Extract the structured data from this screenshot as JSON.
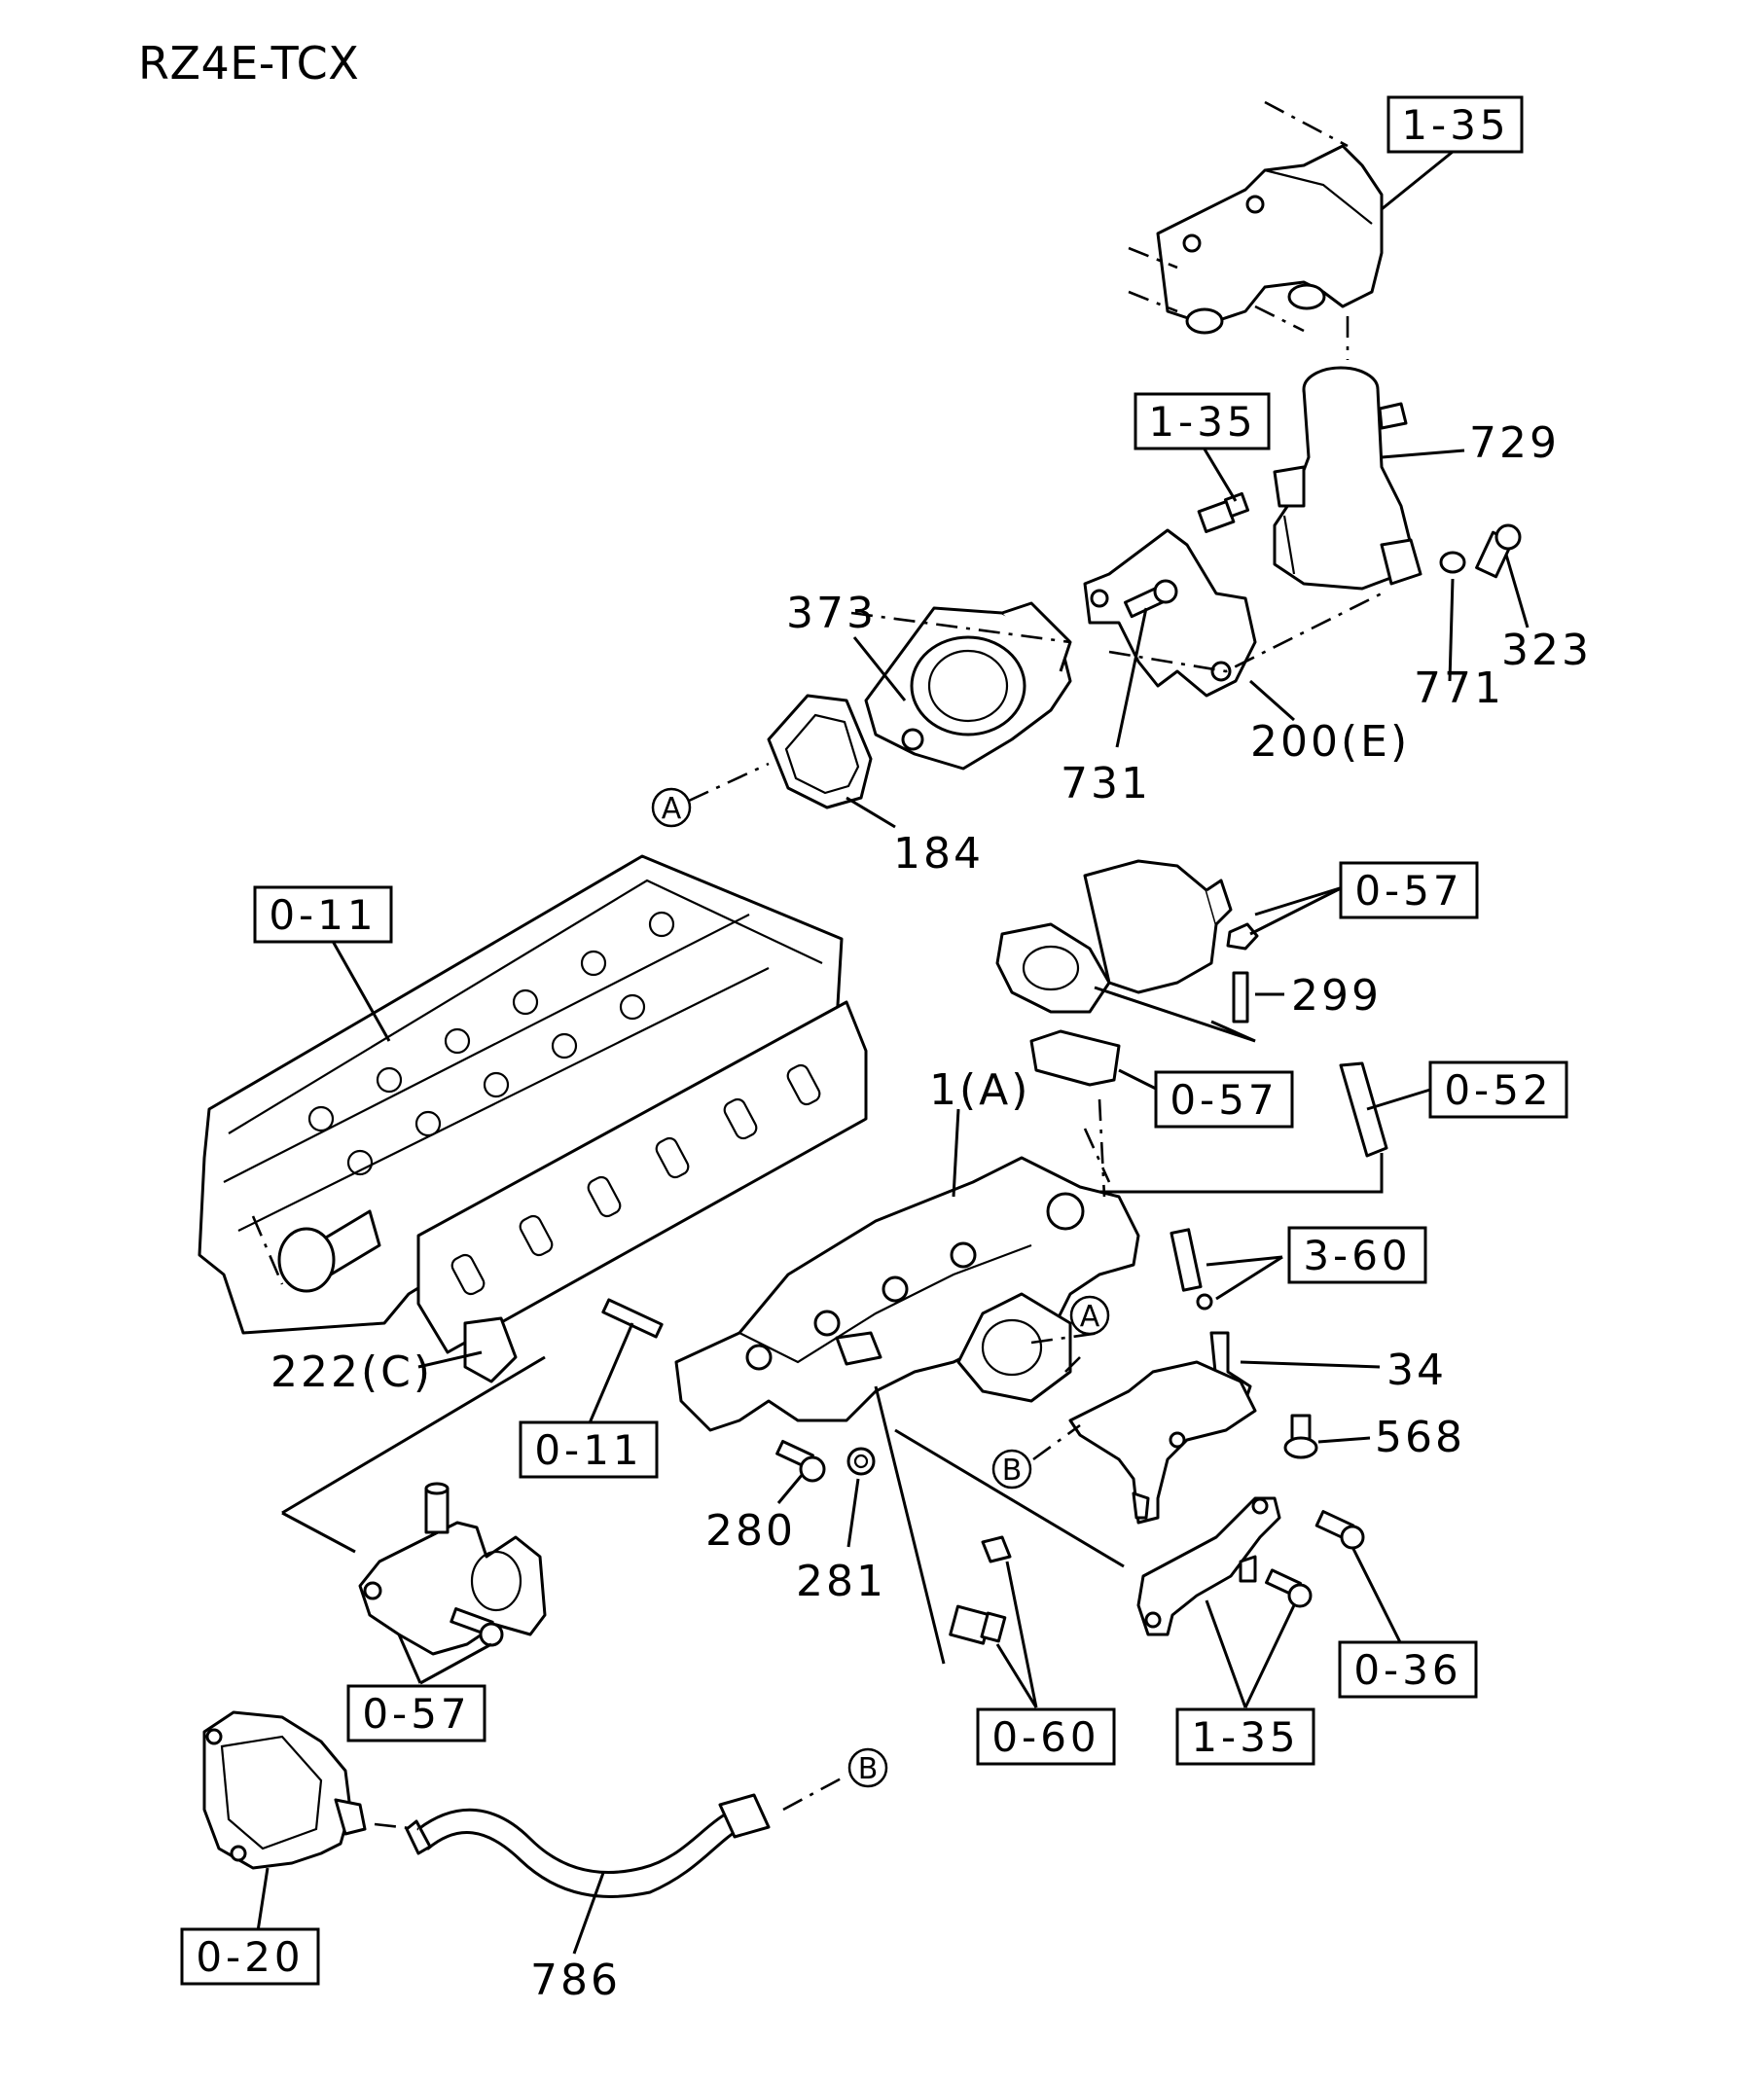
{
  "title": "RZ4E-TCX",
  "reference_boxes": [
    {
      "id": "ref-1-35-a",
      "label": "1-35"
    },
    {
      "id": "ref-1-35-b",
      "label": "1-35"
    },
    {
      "id": "ref-0-11-a",
      "label": "0-11"
    },
    {
      "id": "ref-0-57-a",
      "label": "0-57"
    },
    {
      "id": "ref-0-57-b",
      "label": "0-57"
    },
    {
      "id": "ref-0-52",
      "label": "0-52"
    },
    {
      "id": "ref-3-60",
      "label": "3-60"
    },
    {
      "id": "ref-0-11-b",
      "label": "0-11"
    },
    {
      "id": "ref-0-36",
      "label": "0-36"
    },
    {
      "id": "ref-0-57-c",
      "label": "0-57"
    },
    {
      "id": "ref-0-60",
      "label": "0-60"
    },
    {
      "id": "ref-1-35-c",
      "label": "1-35"
    },
    {
      "id": "ref-0-20",
      "label": "0-20"
    }
  ],
  "part_numbers": [
    {
      "id": "p729",
      "label": "729"
    },
    {
      "id": "p373",
      "label": "373"
    },
    {
      "id": "p323",
      "label": "323"
    },
    {
      "id": "p771",
      "label": "771"
    },
    {
      "id": "p200e",
      "label": "200(E)"
    },
    {
      "id": "p731",
      "label": "731"
    },
    {
      "id": "p184",
      "label": "184"
    },
    {
      "id": "p299",
      "label": "299"
    },
    {
      "id": "p1a",
      "label": "1(A)"
    },
    {
      "id": "p34",
      "label": "34"
    },
    {
      "id": "p568",
      "label": "568"
    },
    {
      "id": "p222c",
      "label": "222(C)"
    },
    {
      "id": "p280",
      "label": "280"
    },
    {
      "id": "p281",
      "label": "281"
    },
    {
      "id": "p786",
      "label": "786"
    }
  ],
  "connectors": [
    {
      "id": "conn-a-1",
      "label": "A"
    },
    {
      "id": "conn-a-2",
      "label": "A"
    },
    {
      "id": "conn-b-1",
      "label": "B"
    },
    {
      "id": "conn-b-2",
      "label": "B"
    }
  ]
}
